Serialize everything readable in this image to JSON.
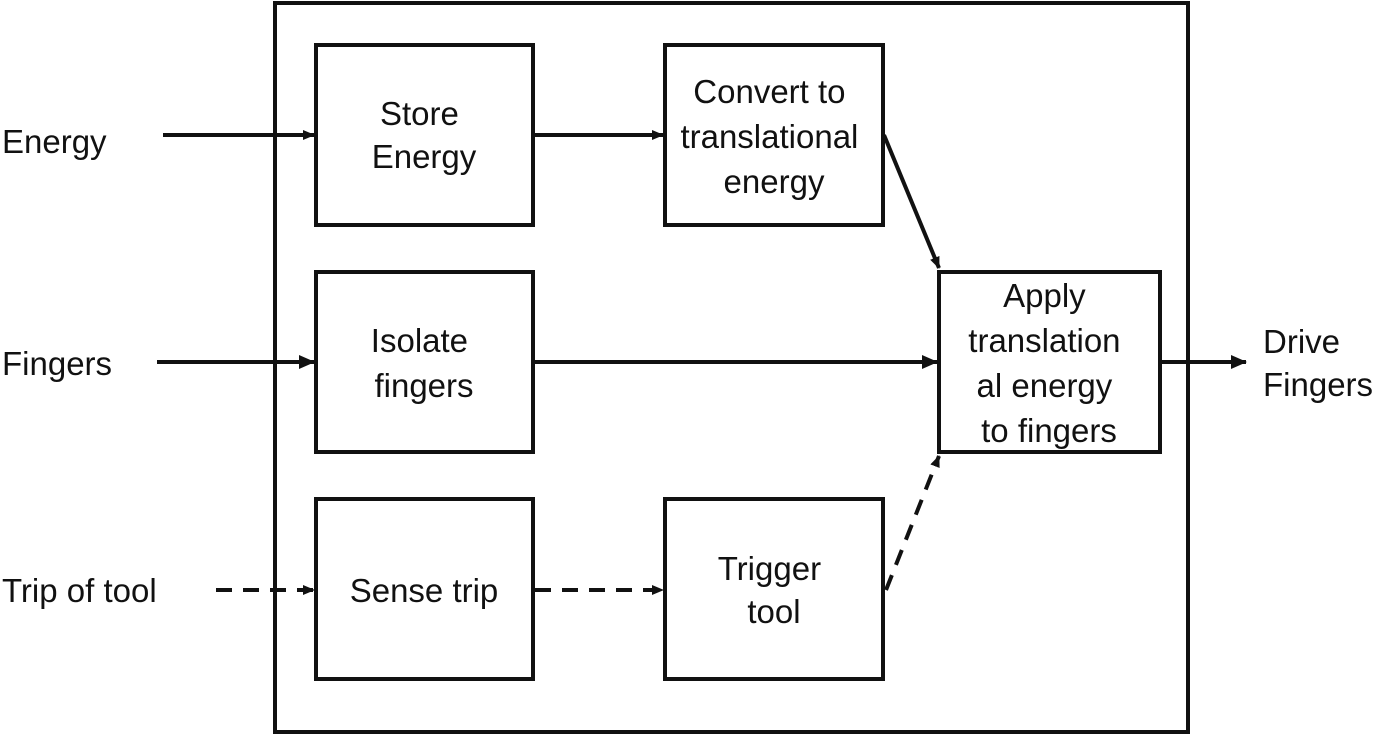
{
  "inputs": {
    "energy": "Energy",
    "fingers": "Fingers",
    "trip": "Trip of tool"
  },
  "output": {
    "line1": "Drive",
    "line2": "Fingers"
  },
  "functions": {
    "store_energy": [
      "Store",
      "Energy"
    ],
    "convert": [
      "Convert to",
      "translational",
      "energy"
    ],
    "isolate": [
      "Isolate",
      "fingers"
    ],
    "apply": [
      "Apply",
      "translation",
      "al energy",
      "to fingers"
    ],
    "sense": [
      "Sense trip"
    ],
    "trigger": [
      "Trigger",
      "tool"
    ]
  }
}
